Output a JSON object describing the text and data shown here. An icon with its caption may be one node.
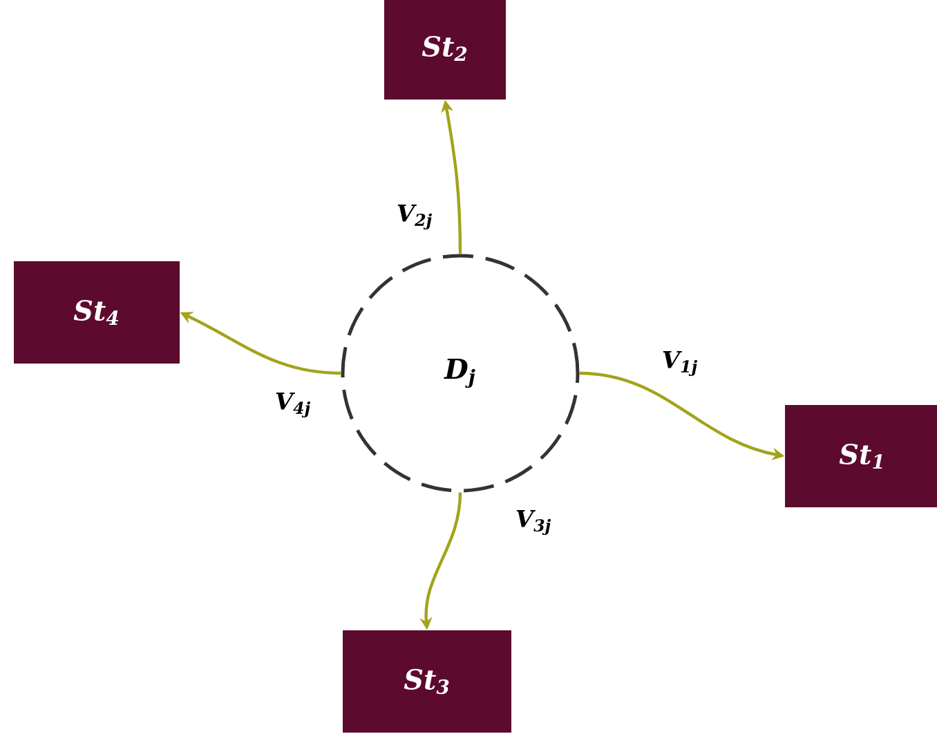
{
  "diagram": {
    "nodes": [
      {
        "text": [
          "St$_{2}$"
        ]
      },
      {
        "text": [
          "St$_{4}$"
        ]
      },
      {
        "text": [
          "D$_{j}$"
        ]
      },
      {
        "text": [
          "St$_{1}$"
        ]
      },
      {
        "text": [
          "St$_{3}$"
        ]
      }
    ],
    "edges": [
      {
        "from": 2,
        "to": 0,
        "arrow": "to",
        "label": "V$_{2j}$"
      },
      {
        "from": 2,
        "to": 3,
        "arrow": "to",
        "label": "V$_{1j}$"
      },
      {
        "from": 2,
        "to": 4,
        "arrow": "to",
        "label": "V$_{3j}$"
      },
      {
        "from": 2,
        "to": 1,
        "arrow": "to",
        "label": "V$_{4j}$"
      }
    ]
  }
}
